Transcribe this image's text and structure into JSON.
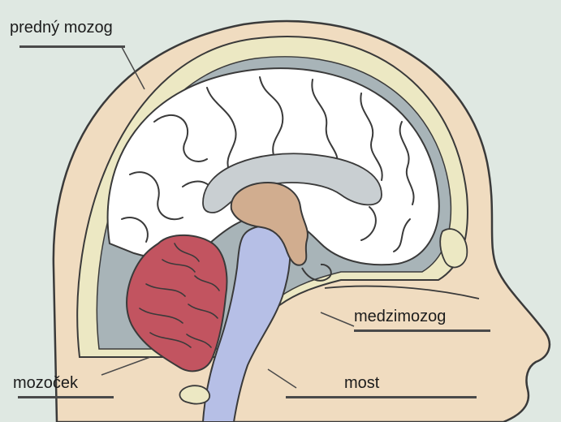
{
  "labels": {
    "forebrain": "predný mozog",
    "diencephalon": "medzimozog",
    "cerebellum": "mozoček",
    "pons": "most"
  },
  "colors": {
    "background": "#dfe8e2",
    "skin": "#f0dcc0",
    "skull": "#ece8c3",
    "meninges": "#a8b4b8",
    "cerebrum": "#ffffff",
    "ventricle": "#c9cfd2",
    "cerebellum": "#c25460",
    "brainstem": "#b6bfe6",
    "diencephalon": "#d1ad8f",
    "outline": "#3a3a3a"
  }
}
